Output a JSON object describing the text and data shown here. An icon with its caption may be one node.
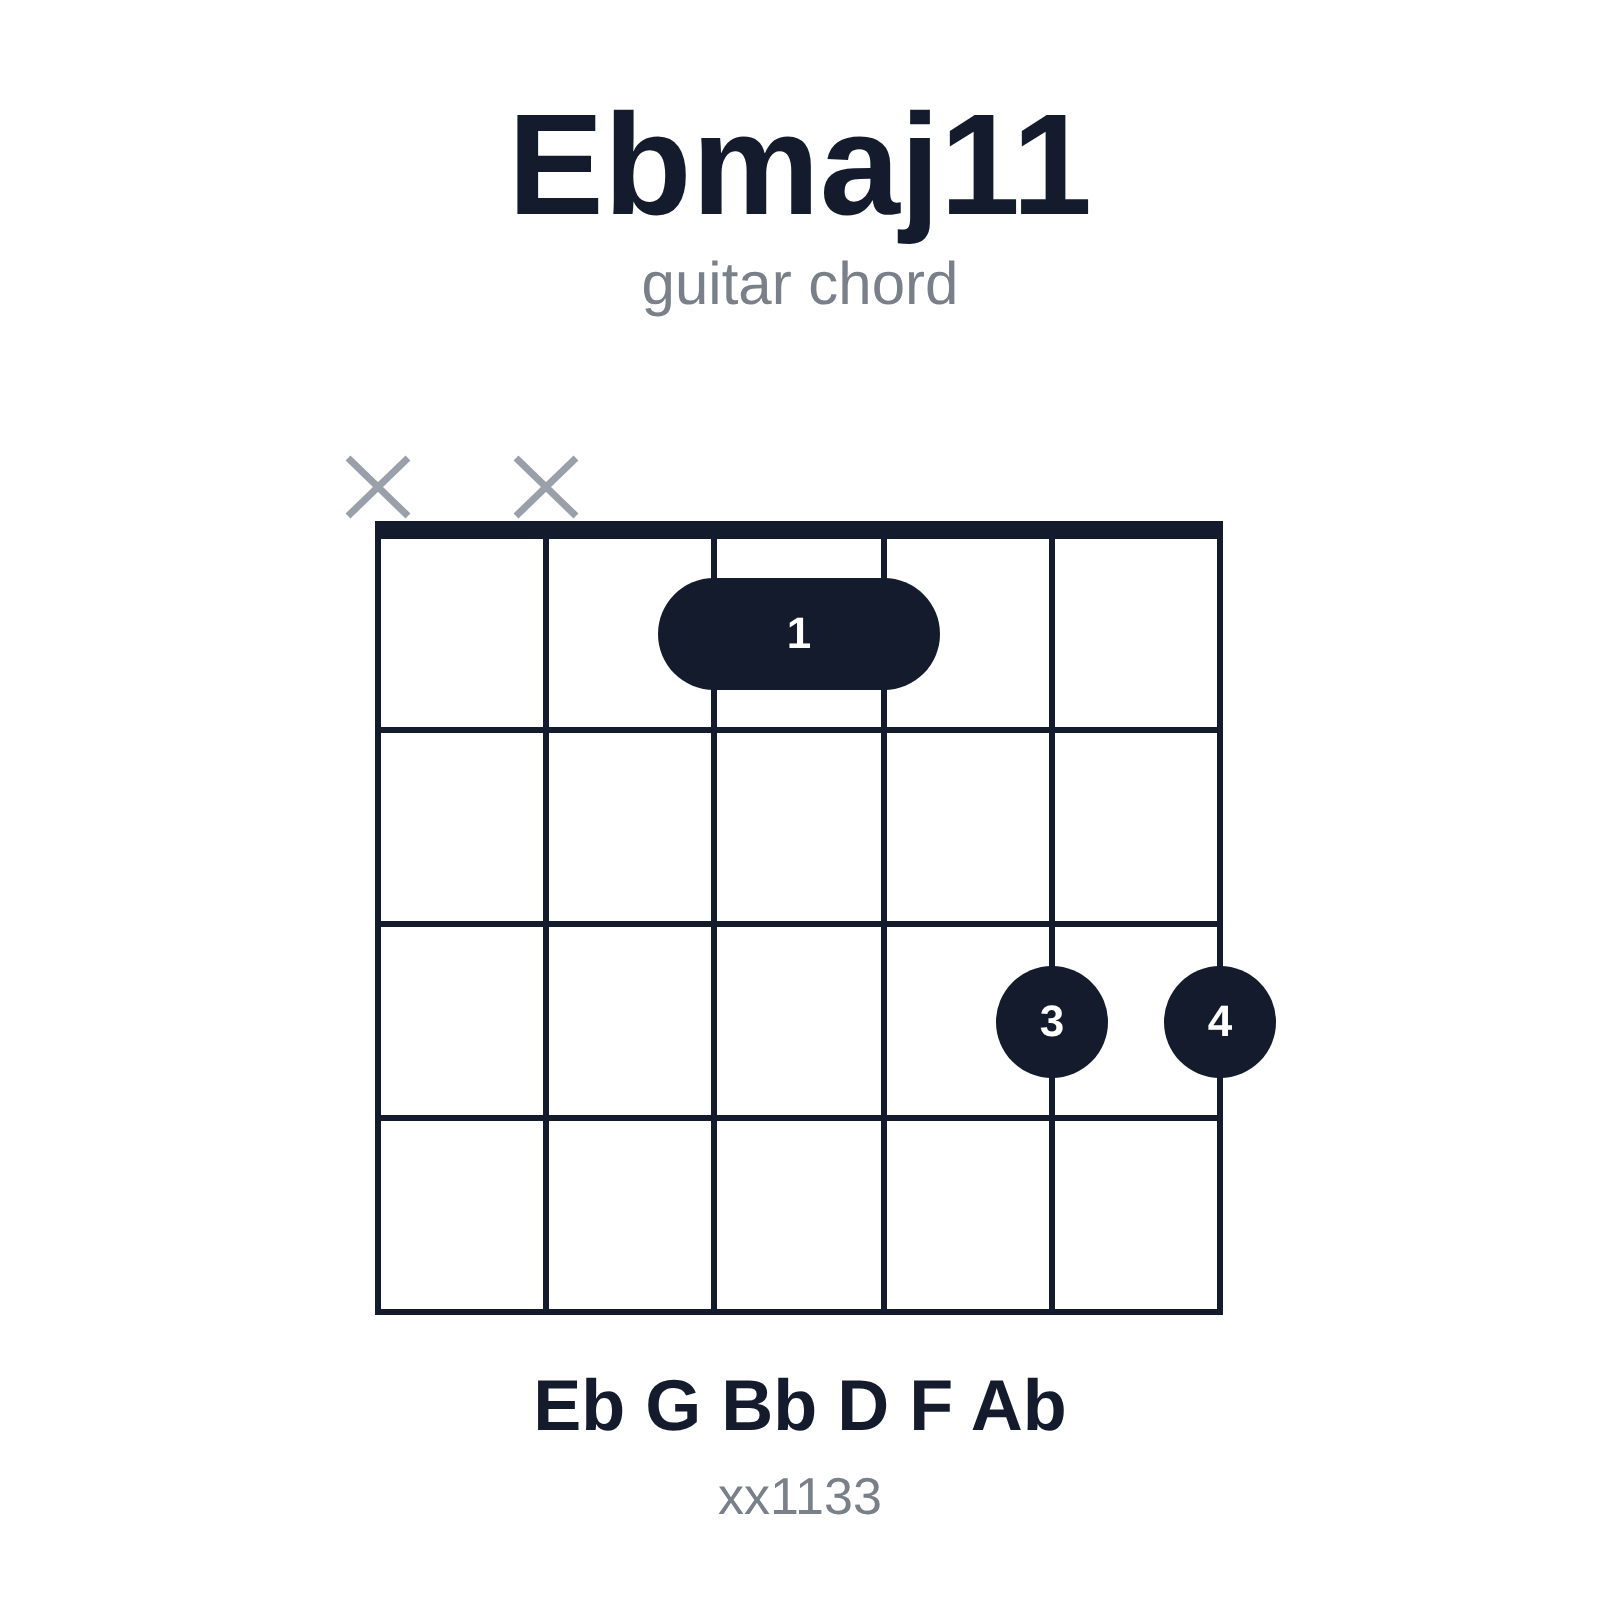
{
  "diagram": {
    "title": "Ebmaj11",
    "nodes": [
      {
        "text": [
          "1"
        ]
      },
      {
        "text": [
          "3"
        ]
      },
      {
        "text": [
          "4"
        ]
      }
    ],
    "labels": [
      "guitar chord",
      "Eb G Bb D F Ab",
      "xx1133"
    ]
  }
}
